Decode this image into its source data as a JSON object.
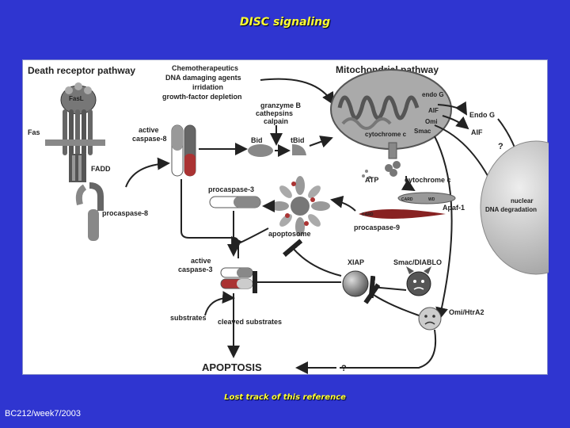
{
  "slide": {
    "title": "DISC signaling",
    "caption": "Lost track of this reference",
    "footer": "BC212/week7/2003"
  },
  "diagram": {
    "death_receptor_title": "Death receptor pathway",
    "mito_title": "Mitochondrial pathway",
    "fasl": "FasL",
    "fas": "Fas",
    "fadd": "FADD",
    "procaspase8": "procaspase-8",
    "stimuli": [
      "Chemotherapeutics",
      "DNA damaging agents",
      "irridation",
      "growth-factor depletion"
    ],
    "active_caspase8": [
      "active",
      "caspase-8"
    ],
    "proteases": [
      "granzyme B",
      "cathepsins",
      "calpain"
    ],
    "bid": "Bid",
    "tbid": "tBid",
    "endo_g_inside": "endo G",
    "aif_inside": "AIF",
    "omi_inside": "Omi",
    "smac_inside": "Smac",
    "cytochrome_c_inside": "cytochrome c",
    "endo_g_out": "Endo G",
    "aif_out": "AIF",
    "q1": "?",
    "nucleus": [
      "nuclear",
      "DNA degradation"
    ],
    "atp": "ATP",
    "cytochrome_c_out": "cytochrome c",
    "card": "CARD",
    "wd": "WD",
    "apaf1": "Apaf-1",
    "procaspase9": "procaspase-9",
    "procaspase3": "procaspase-3",
    "apoptosome": "apoptosome",
    "xiap": "XIAP",
    "smac_diablo": "Smac/DIABLO",
    "active_caspase3": [
      "active",
      "caspase-3"
    ],
    "omi_htra2": "Omi/HtrA2",
    "substrates": "substrates",
    "cleaved_substrates": "cleaved substrates",
    "apoptosis": "APOPTOSIS",
    "q2": "?"
  }
}
